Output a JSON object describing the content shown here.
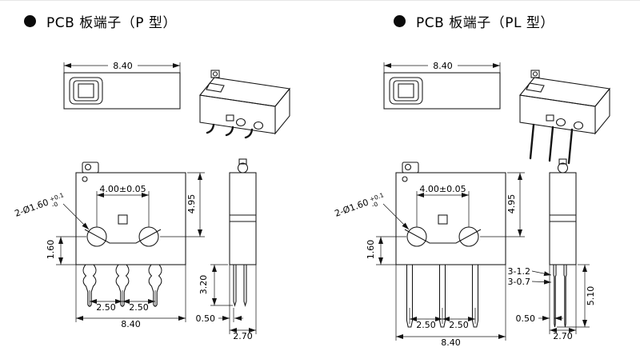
{
  "titles": {
    "p": "PCB 板端子（P 型）",
    "pl": "PCB 板端子（PL 型）"
  },
  "colors": {
    "line": "#141414",
    "text": "#000000",
    "bullet": "#0b0b0b"
  },
  "p": {
    "top_width": "8.40",
    "hole_callout": "2-Ø1.60",
    "hole_tol_up": "+0.1",
    "hole_tol_dn": "-0",
    "hole_pitch": "4.00±0.05",
    "height": "4.95",
    "hole_to_bottom": "1.60",
    "pitch_a": "2.50",
    "pitch_b": "2.50",
    "overall_width": "8.40",
    "pin_length": "3.20",
    "pin_offset": "0.50",
    "depth": "2.70"
  },
  "pl": {
    "top_width": "8.40",
    "hole_callout": "2-Ø1.60",
    "hole_tol_up": "+0.1",
    "hole_tol_dn": "-0",
    "hole_pitch": "4.00±0.05",
    "height": "4.95",
    "hole_to_bottom": "1.60",
    "pin_width": "3-1.2",
    "pin_thickness": "3-0.7",
    "pin_length": "5.10",
    "pitch_a": "2.50",
    "pitch_b": "2.50",
    "overall_width": "8.40",
    "pin_offset": "0.50",
    "depth": "2.70"
  }
}
